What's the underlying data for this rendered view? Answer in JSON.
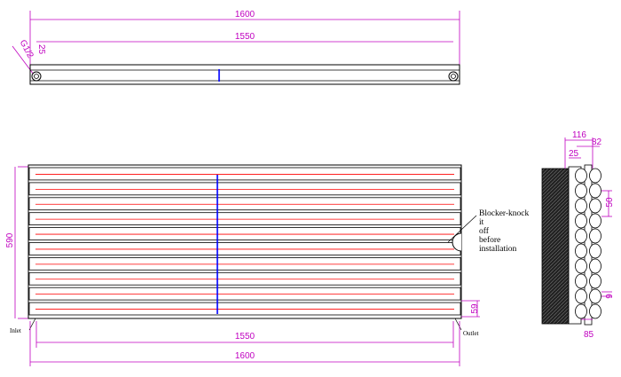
{
  "top_view": {
    "overall_width": "1600",
    "centers_width": "1550",
    "diagonal_dim_a": "G1/2",
    "diagonal_dim_b": "25"
  },
  "front_view": {
    "height": "590",
    "bottom_centers": "1550",
    "bottom_overall": "1600",
    "tube_pitch": "59",
    "inlet_label": "Inlet",
    "outlet_label": "Outlet",
    "note_lines": [
      "Blocker-knock",
      "it",
      "off",
      "before",
      "installation"
    ]
  },
  "side_view": {
    "depth_overall": "116",
    "depth_tubes": "82",
    "bracket_offset": "25",
    "tube_size": "50",
    "gap": "9",
    "bottom_offset": "85"
  },
  "colors": {
    "dimension": "#c000c0",
    "tube_center": "#ff0000",
    "valve_axis": "#0000ff",
    "outline": "#000000"
  }
}
